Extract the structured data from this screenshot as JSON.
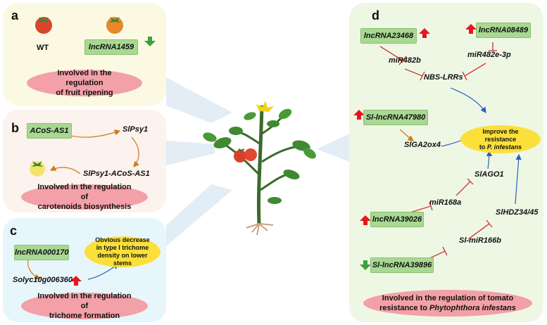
{
  "panels": {
    "a": {
      "label": "a",
      "wt": "WT",
      "gene": "lncRNA1459",
      "role": "Involved in the regulation",
      "role2": "of fruit ripening"
    },
    "b": {
      "label": "b",
      "gene": "ACoS-AS1",
      "target": "SlPsy1",
      "complex": "SlPsy1-ACoS-AS1",
      "role": "Involved in the regulation of",
      "role2": "carotenoids biosynthesis"
    },
    "c": {
      "label": "c",
      "gene": "lncRNA000170",
      "target": "Solyc10g006360",
      "effect": "Obvious decrease in type I trichome density on lower stems",
      "role": "Involved in the regulation of",
      "role2": "trichome formation"
    },
    "d": {
      "label": "d",
      "genes": {
        "g23468": "lncRNA23468",
        "g08489": "lncRNA08489",
        "g47980": "Sl-lncRNA47980",
        "g39026": "lncRNA39026",
        "g39896": "Sl-lncRNA39896"
      },
      "targets": {
        "mir482b": "miR482b",
        "mir482e": "miR482e-3p",
        "nbs": "NBS-LRRs",
        "slga2ox4": "SlGA2ox4",
        "slago1": "SlAGO1",
        "mir168a": "miR168a",
        "slhdz": "SlHDZ34/45",
        "slmir166b": "Sl-miR166b"
      },
      "outcome_line1": "Improve the resistance",
      "outcome_line2": "to",
      "outcome_species": "P. infestans",
      "role": "Involved in the regulation of  tomato",
      "role2": "resistance to",
      "role2_species": "Phytophthora infestans"
    }
  },
  "colors": {
    "up_arrow": "#e8151c",
    "down_arrow": "#3ba23a",
    "gene_box": "#a8d892",
    "pill": "#f3a0a8",
    "outcome": "#fbe03a",
    "inhibit": "#d04040",
    "promote_blue": "#2a5fbf",
    "promote_orange": "#c97a1a"
  }
}
